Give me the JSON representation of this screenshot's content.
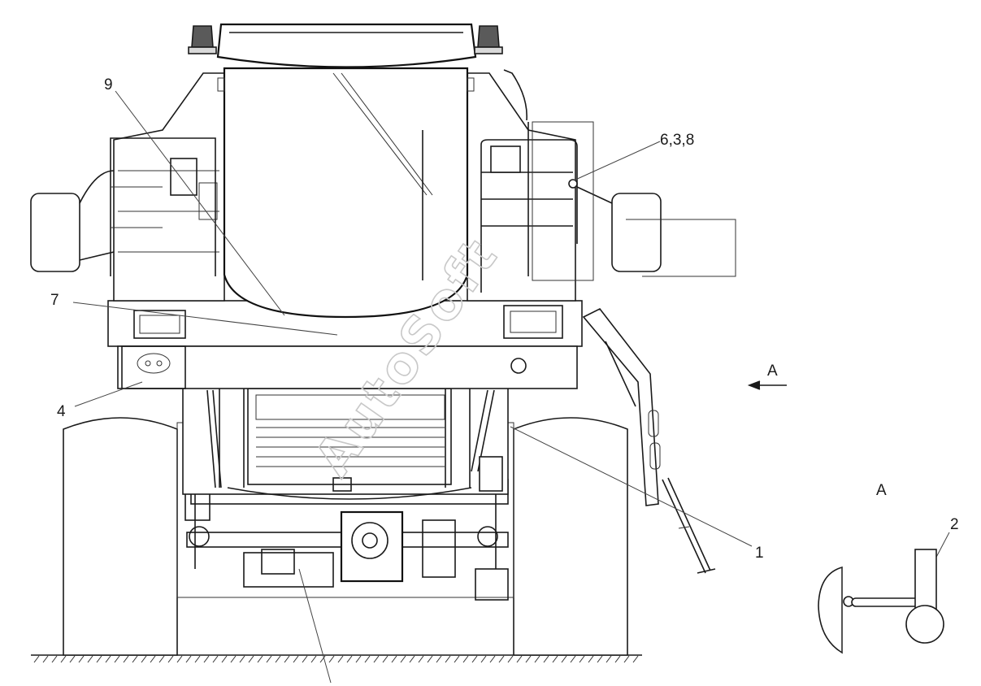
{
  "watermark": "AutoSoft",
  "callouts": {
    "c1": "1",
    "c2": "2",
    "c4": "4",
    "c7": "7",
    "c9": "9",
    "c638": "6,3,8"
  },
  "view_marker": "A",
  "view_label": "A",
  "colors": {
    "ink": "#1a1a1a",
    "watermark": "#c8c8c8",
    "background": "#ffffff"
  }
}
